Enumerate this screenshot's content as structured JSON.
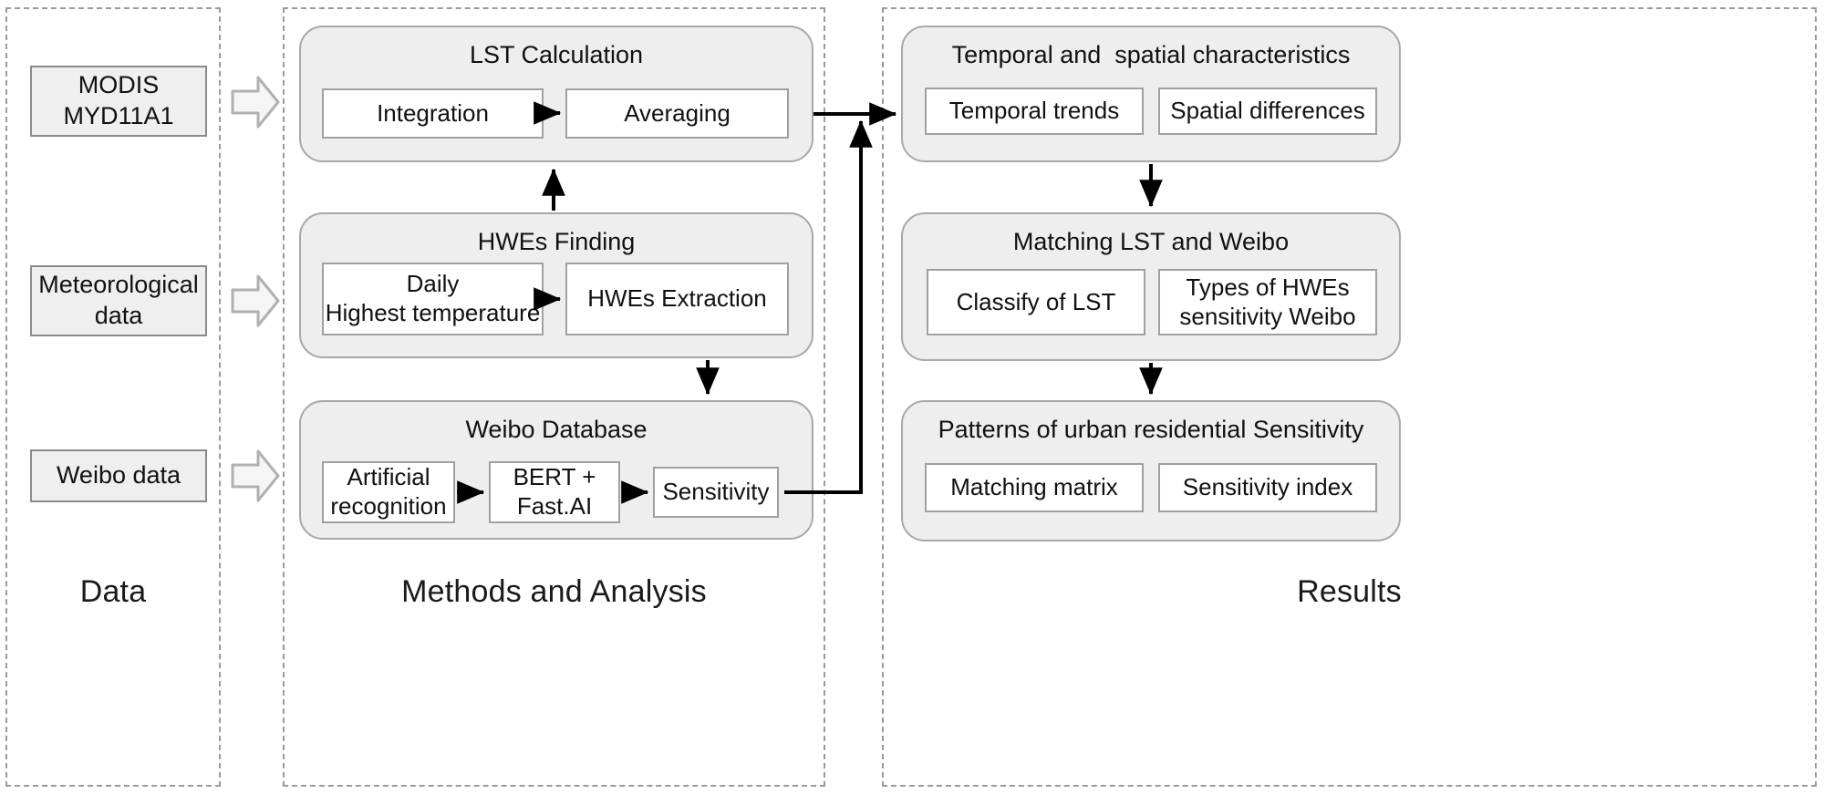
{
  "figure": {
    "type": "flowchart",
    "title": "Research framework: LST and Weibo heat-wave sensitivity workflow"
  },
  "columns": [
    {
      "id": "data",
      "label": "Data"
    },
    {
      "id": "methods",
      "label": "Methods and Analysis"
    },
    {
      "id": "results",
      "label": "Results"
    }
  ],
  "data_sources": [
    {
      "id": "modis",
      "label": "MODIS\nMYD11A1"
    },
    {
      "id": "meteorological",
      "label": "Meteorological\ndata"
    },
    {
      "id": "weibo",
      "label": "Weibo data"
    }
  ],
  "arrow_icons": [
    {
      "name": "fat-right-arrow-modis"
    },
    {
      "name": "fat-right-arrow-meteorological"
    },
    {
      "name": "fat-right-arrow-weibo"
    }
  ],
  "methods": [
    {
      "id": "lst-calculation",
      "title": "LST Calculation",
      "steps": [
        {
          "id": "integration",
          "label": "Integration"
        },
        {
          "id": "averaging",
          "label": "Averaging"
        }
      ]
    },
    {
      "id": "hwes-finding",
      "title": "HWEs Finding",
      "steps": [
        {
          "id": "daily-highest-temperature",
          "label": "Daily\nHighest temperature"
        },
        {
          "id": "hwes-extraction",
          "label": "HWEs Extraction"
        }
      ]
    },
    {
      "id": "weibo-database",
      "title": "Weibo Database",
      "steps": [
        {
          "id": "artificial-recognition",
          "label": "Artificial\nrecognition"
        },
        {
          "id": "bert-fastai",
          "label": "BERT +\nFast.AI"
        },
        {
          "id": "sensitivity",
          "label": "Sensitivity"
        }
      ]
    }
  ],
  "results": [
    {
      "id": "temporal-spatial-characteristics",
      "title": "Temporal and  spatial characteristics",
      "steps": [
        {
          "id": "temporal-trends",
          "label": "Temporal trends"
        },
        {
          "id": "spatial-differences",
          "label": "Spatial differences"
        }
      ]
    },
    {
      "id": "matching-lst-weibo",
      "title": "Matching LST and Weibo",
      "steps": [
        {
          "id": "classify-of-lst",
          "label": "Classify of LST"
        },
        {
          "id": "types-of-hwes",
          "label": "Types of HWEs\nsensitivity Weibo"
        }
      ]
    },
    {
      "id": "patterns-urban-residential-sensitivity",
      "title": "Patterns of urban residential Sensitivity",
      "steps": [
        {
          "id": "matching-matrix",
          "label": "Matching matrix"
        },
        {
          "id": "sensitivity-index",
          "label": "Sensitivity index"
        }
      ]
    }
  ],
  "colors": {
    "panel_fill": "#eeeeee",
    "panel_stroke": "#a8a8a8",
    "sub_box_fill": "#ffffff",
    "sub_box_stroke": "#a0a0a0",
    "data_box_fill": "#efefef",
    "data_box_stroke": "#8a8a8a",
    "dashed_border": "#9a9a9a",
    "connector": "#000000",
    "fat_arrow_fill": "#f5f5f5",
    "fat_arrow_stroke": "#b0b0b0",
    "text": "#111111"
  }
}
